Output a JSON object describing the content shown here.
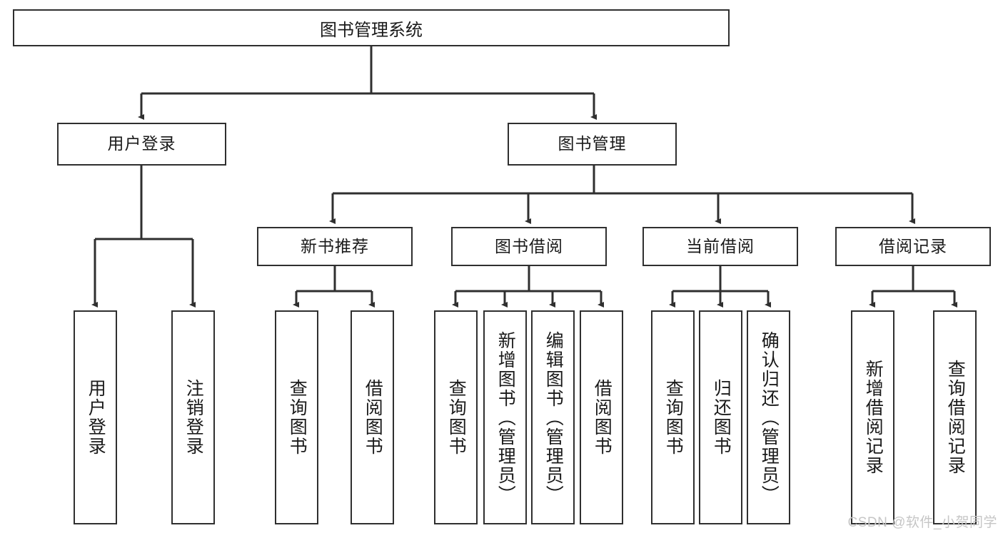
{
  "diagram": {
    "title": "图书管理系统",
    "type": "tree-hierarchy",
    "watermark": "CSDN @软件_小贺同学",
    "colors": {
      "stroke": "#2f2f2f",
      "fill": "#ffffff",
      "text": "#1a1a1a",
      "watermark": "#c6c6c6"
    },
    "nodes": {
      "root": {
        "label": "图书管理系统"
      },
      "level2": [
        {
          "id": "user-login",
          "label": "用户登录"
        },
        {
          "id": "book-manage",
          "label": "图书管理"
        }
      ],
      "level3": [
        {
          "id": "new-book-recommend",
          "label": "新书推荐"
        },
        {
          "id": "book-borrow",
          "label": "图书借阅"
        },
        {
          "id": "current-borrow",
          "label": "当前借阅"
        },
        {
          "id": "borrow-record",
          "label": "借阅记录"
        }
      ],
      "leaves": {
        "user-login": [
          {
            "id": "leaf-user-login",
            "label": "用户登录"
          },
          {
            "id": "leaf-logout",
            "label": "注销登录"
          }
        ],
        "new-book-recommend": [
          {
            "id": "leaf-query-book-1",
            "label": "查询图书"
          },
          {
            "id": "leaf-borrow-book-1",
            "label": "借阅图书"
          }
        ],
        "book-borrow": [
          {
            "id": "leaf-query-book-2",
            "label": "查询图书"
          },
          {
            "id": "leaf-add-book",
            "label": "新增图书（管理员）"
          },
          {
            "id": "leaf-edit-book",
            "label": "编辑图书（管理员）"
          },
          {
            "id": "leaf-borrow-book-2",
            "label": "借阅图书"
          }
        ],
        "current-borrow": [
          {
            "id": "leaf-query-book-3",
            "label": "查询图书"
          },
          {
            "id": "leaf-return-book",
            "label": "归还图书"
          },
          {
            "id": "leaf-confirm-return",
            "label": "确认归还（管理员）"
          }
        ],
        "borrow-record": [
          {
            "id": "leaf-add-record",
            "label": "新增借阅记录"
          },
          {
            "id": "leaf-query-record",
            "label": "查询借阅记录"
          }
        ]
      }
    }
  }
}
